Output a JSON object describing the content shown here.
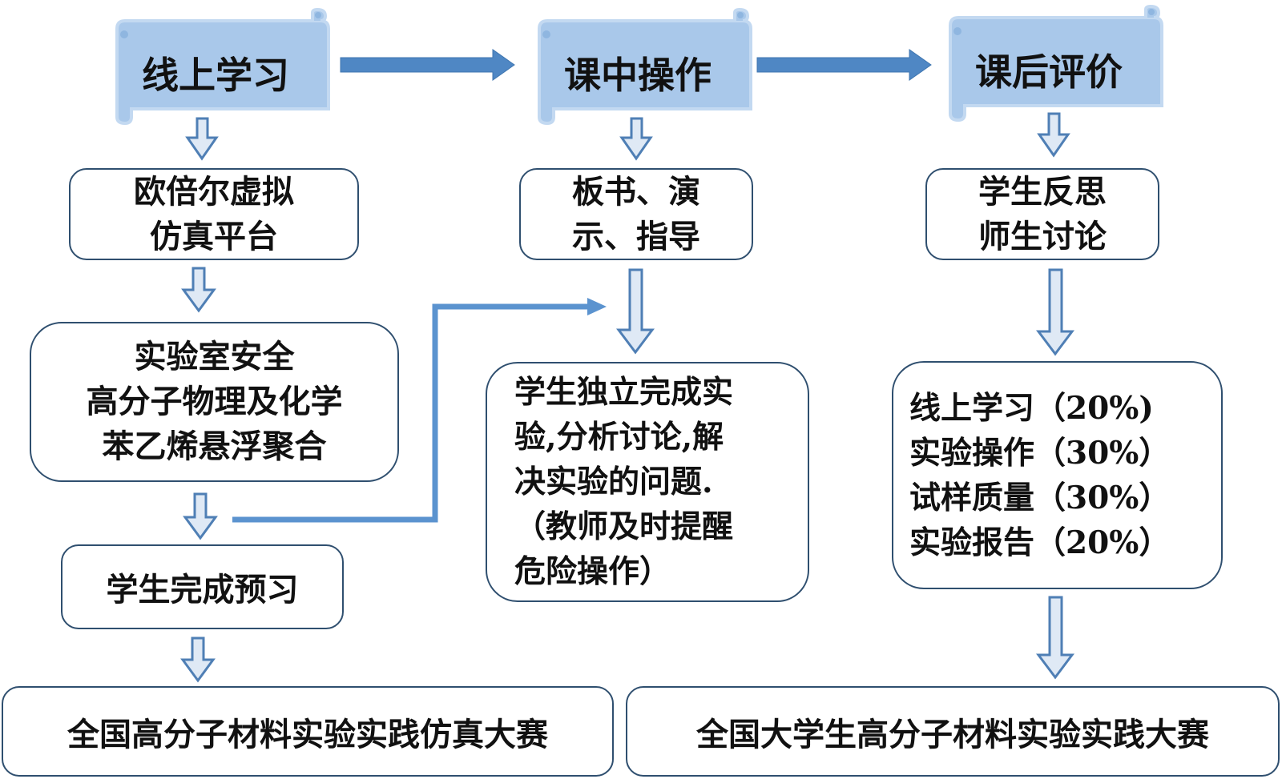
{
  "stages": [
    {
      "title": "线上学习"
    },
    {
      "title": "课中操作"
    },
    {
      "title": "课后评价"
    }
  ],
  "online": {
    "platform": [
      "欧倍尔虚拟",
      "仿真平台"
    ],
    "topics": [
      "实验室安全",
      "高分子物理及化学",
      "苯乙烯悬浮聚合"
    ],
    "preview": "学生完成预习",
    "competition": "全国高分子材料实验实践仿真大赛"
  },
  "inclass": {
    "teaching": [
      "板书、演",
      "示、指导"
    ],
    "practice": [
      "学生独立完成实",
      "验,分析讨论,解",
      "决实验的问题.",
      "（教师及时提醒",
      "危险操作）"
    ]
  },
  "post": {
    "reflection": [
      "学生反思",
      "师生讨论"
    ],
    "weights": [
      "线上学习（20%)",
      "实验操作（30%）",
      "试样质量（30%）",
      "实验报告（20%）"
    ],
    "competition": "全国大学生高分子材料实验实践大赛"
  },
  "colors": {
    "scroll_fill": "#a9c8ea",
    "scroll_stroke": "#c3d9f1",
    "arrow_fill": "#4f87c4",
    "hollow_arrow_fill": "#dfe9f5",
    "hollow_arrow_stroke": "#4f7fb5",
    "box_border": "#2f4f6f"
  }
}
